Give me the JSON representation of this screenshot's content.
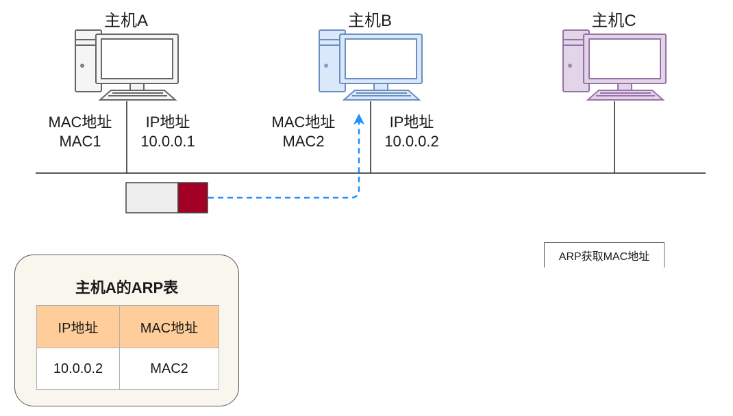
{
  "hosts": {
    "a": {
      "name": "主机A",
      "mac_label": "MAC地址",
      "mac_value": "MAC1",
      "ip_label": "IP地址",
      "ip_value": "10.0.0.1"
    },
    "b": {
      "name": "主机B",
      "mac_label": "MAC地址",
      "mac_value": "MAC2",
      "ip_label": "IP地址",
      "ip_value": "10.0.0.2"
    },
    "c": {
      "name": "主机C"
    }
  },
  "caption": "ARP获取MAC地址",
  "arp_table": {
    "title": "主机A的ARP表",
    "headers": [
      "IP地址",
      "MAC地址"
    ],
    "rows": [
      [
        "10.0.0.2",
        "MAC2"
      ]
    ]
  },
  "colors": {
    "host_a": "#666666",
    "host_a_fill": "#f5f5f5",
    "host_b": "#6c8ebf",
    "host_b_fill": "#dae8fc",
    "host_c": "#9673a6",
    "host_c_fill": "#e1d5e7",
    "packet_fill": "#eeeeee",
    "packet_accent": "#a20025",
    "arrow": "#1e90ff",
    "table_header": "#ffcd99",
    "panel_bg": "#f9f7ed"
  }
}
